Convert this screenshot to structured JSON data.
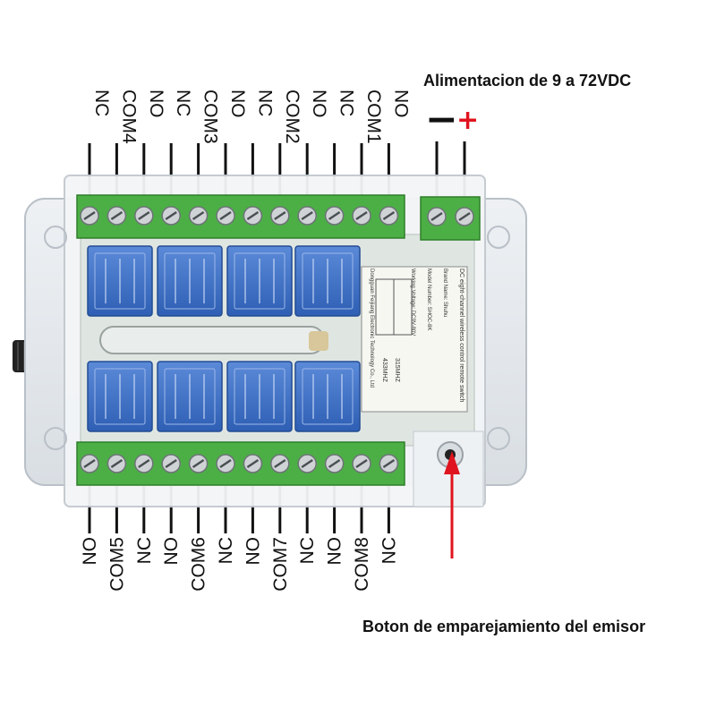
{
  "captions": {
    "power_supply": "Alimentacion de 9 a 72VDC",
    "pairing_button": "Boton de emparejamiento del emisor"
  },
  "polarity": {
    "negative": "−",
    "positive": "+"
  },
  "top_terminals": [
    "NC",
    "COM4",
    "NO",
    "NC",
    "COM3",
    "NO",
    "NC",
    "COM2",
    "NO",
    "NC",
    "COM1",
    "NO"
  ],
  "bottom_terminals": [
    "NO",
    "COM5",
    "NC",
    "NO",
    "COM6",
    "NC",
    "NO",
    "COM7",
    "NC",
    "NO",
    "COM8",
    "NC"
  ],
  "module_label": {
    "title": "DC eight-channel wireless control remote switch",
    "brand": "Brand Name: Shuhu",
    "model": "Model Number: SHOC-8K",
    "voltage": "Working Voltage: DC9V-80V",
    "freq_a": "315MHZ",
    "freq_b": "433MHZ",
    "maker": "Dongguan Feijiang Electronic Technology Co., Ltd"
  },
  "colors": {
    "terminal_green": "#4caf45",
    "relay_blue": "#3f73c9",
    "arrow_red": "#e0141e"
  }
}
